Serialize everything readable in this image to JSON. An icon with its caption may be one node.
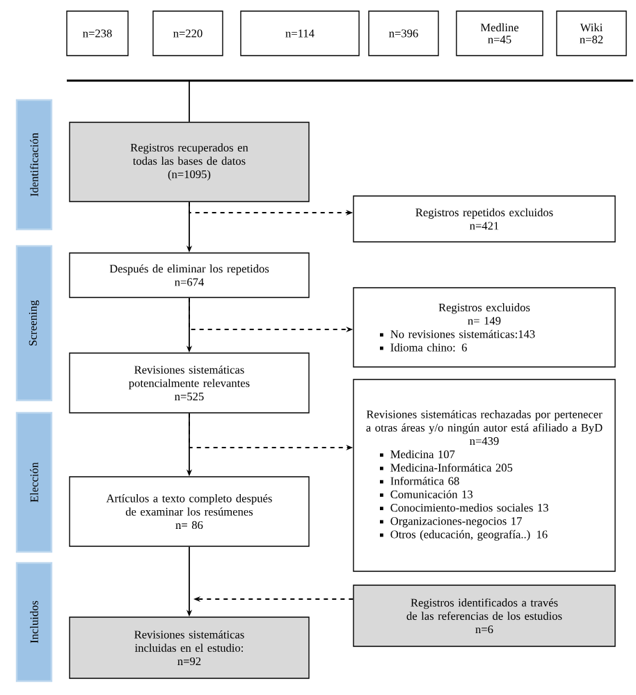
{
  "diagram": {
    "nodes": [
      {
        "text": [
          "n=238"
        ]
      },
      {
        "text": [
          "n=220"
        ]
      },
      {
        "text": [
          "n=114"
        ]
      },
      {
        "text": [
          "n=396"
        ]
      },
      {
        "text": [
          "Medline",
          "n=45"
        ]
      },
      {
        "text": [
          "Wiki",
          "n=82"
        ]
      },
      {
        "text": [
          "Identificación"
        ]
      },
      {
        "text": [
          "Registros recuperados en todas las bases de datos",
          "(n=1095)"
        ]
      },
      {
        "text": [
          "Registros repetidos excluidos",
          "n=421"
        ]
      },
      {
        "text": [
          "Screening"
        ]
      },
      {
        "text": [
          "Después de eliminar los repetidos",
          "n=674"
        ]
      },
      {
        "text": [
          "Registros excluidos",
          "n= 149",
          "No revisiones sistemáticas:143",
          "Idioma chino: 6"
        ]
      },
      {
        "text": [
          "Revisiones sistemáticas potencialmente relevantes",
          "n=525"
        ]
      },
      {
        "text": [
          "Elección"
        ]
      },
      {
        "text": [
          "Revisiones sistemáticas rechazadas por pertenecer a otras áreas y/o ningún autor está afiliado a ByD",
          "n=439",
          "Medicina 107",
          "Medicina-Informática 205",
          "Informática 68",
          "Comunicación 13",
          "Conocimiento-medios sociales 13",
          "Organizaciones-negocios 17",
          "Otros (educación, geografía..) 16"
        ]
      },
      {
        "text": [
          "Artículos a texto completo después de examinar los resúmenes",
          "n= 86"
        ]
      },
      {
        "text": [
          "Incluidos"
        ]
      },
      {
        "text": [
          "Registros identificados a través de las referencias de los estudios",
          "n=6"
        ]
      },
      {
        "text": [
          "Revisiones sistemáticas incluidas en el estudio:",
          "n=92"
        ]
      }
    ],
    "edges": [
      {
        "from": null,
        "to": 7,
        "arrow": "none"
      },
      {
        "from": 7,
        "to": 10,
        "arrow": "to"
      },
      {
        "from": 7,
        "to": 8,
        "arrow": "to",
        "style": "dashed"
      },
      {
        "from": 10,
        "to": 12,
        "arrow": "to"
      },
      {
        "from": 10,
        "to": 11,
        "arrow": "to",
        "style": "dashed"
      },
      {
        "from": 12,
        "to": 15,
        "arrow": "to"
      },
      {
        "from": 12,
        "to": 14,
        "arrow": "to",
        "style": "dashed"
      },
      {
        "from": 15,
        "to": 18,
        "arrow": "to"
      },
      {
        "from": 17,
        "to": 18,
        "arrow": "to",
        "style": "dashed"
      }
    ]
  }
}
